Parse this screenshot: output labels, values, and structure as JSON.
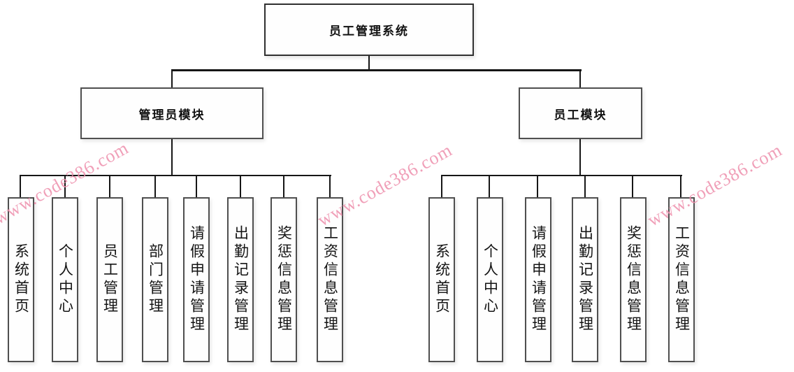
{
  "diagram": {
    "root": {
      "label": "员工管理系统"
    },
    "admin_module": {
      "label": "管理员模块",
      "children": [
        "系统首页",
        "个人中心",
        "员工管理",
        "部门管理",
        "请假申请管理",
        "出勤记录管理",
        "奖惩信息管理",
        "工资信息管理"
      ]
    },
    "employee_module": {
      "label": "员工模块",
      "children": [
        "系统首页",
        "个人中心",
        "请假申请管理",
        "出勤记录管理",
        "奖惩信息管理",
        "工资信息管理"
      ]
    },
    "watermark": {
      "text": "www.code386.com",
      "color": "#ee8fac"
    },
    "colors": {
      "line": "#161616",
      "box_border": "#4f4f4f",
      "text": "#111111",
      "background": "#ffffff"
    }
  }
}
